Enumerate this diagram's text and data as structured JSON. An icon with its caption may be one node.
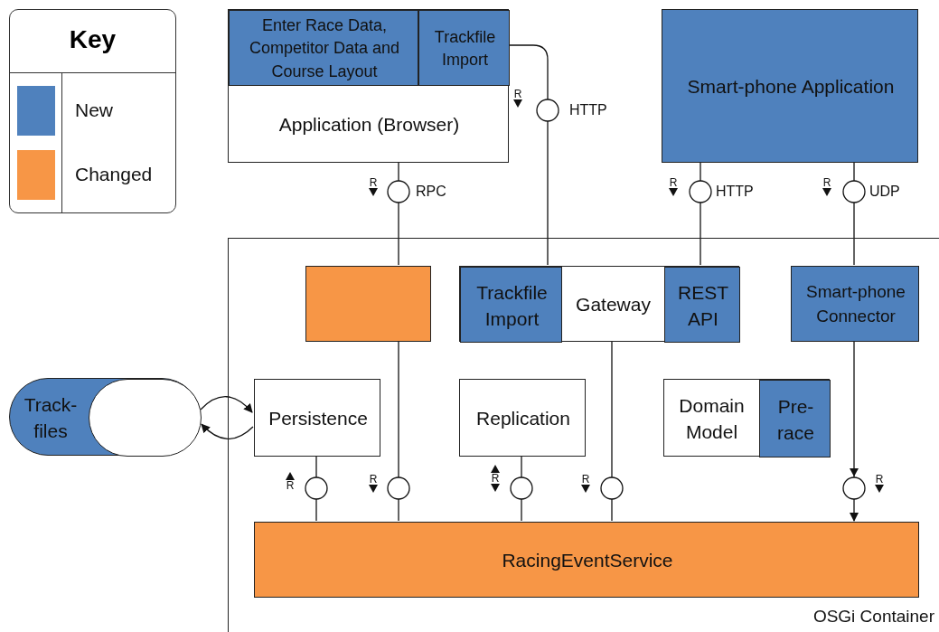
{
  "diagram": {
    "nodes": [
      {
        "text": [
          "Application (Browser)"
        ]
      },
      {
        "text": [
          "Enter Race Data, Competitor Data and Course Layout"
        ],
        "in": 0
      },
      {
        "text": [
          "Trackfile Import"
        ],
        "in": 0
      },
      {
        "text": [
          "Smart-phone Application"
        ]
      },
      {
        "text": [
          "OSGi Container"
        ]
      },
      {
        "text": [],
        "shape": "box",
        "in": 4
      },
      {
        "text": [
          "Gateway"
        ],
        "in": 4
      },
      {
        "text": [
          "Trackfile Import"
        ],
        "in": 6
      },
      {
        "text": [
          "REST API"
        ],
        "in": 6
      },
      {
        "text": [
          "Smart-phone Connector"
        ],
        "in": 4
      },
      {
        "text": [
          "Persistence"
        ],
        "in": 4
      },
      {
        "text": [
          "Replication"
        ],
        "in": 4
      },
      {
        "text": [
          "Domain Model"
        ],
        "in": 4
      },
      {
        "text": [
          "Pre-race"
        ],
        "in": 12
      },
      {
        "text": [
          "RacingEventService"
        ],
        "in": 4
      },
      {
        "text": [
          "Track-files"
        ]
      },
      {
        "text": [],
        "shape": "cylinder",
        "in": 15
      }
    ],
    "edges": [
      {
        "from": 0,
        "to": 5,
        "arrow": "none",
        "label": "RPC"
      },
      {
        "from": 2,
        "to": 7,
        "arrow": "none",
        "label": "HTTP"
      },
      {
        "from": 3,
        "to": 8,
        "arrow": "none",
        "label": "HTTP"
      },
      {
        "from": 3,
        "to": 9,
        "arrow": "none",
        "label": "UDP"
      },
      {
        "from": 10,
        "to": 14,
        "arrow": "none"
      },
      {
        "from": 5,
        "to": 14,
        "arrow": "none"
      },
      {
        "from": 11,
        "to": 14,
        "arrow": "none"
      },
      {
        "from": 6,
        "to": 14,
        "arrow": "none"
      },
      {
        "from": 9,
        "to": 14,
        "arrow": "to"
      },
      {
        "from": 16,
        "to": 10,
        "arrow": "to"
      },
      {
        "from": 10,
        "to": 16,
        "arrow": "to"
      }
    ],
    "labels": [
      "Key",
      "R",
      "R",
      "R",
      "R",
      "R",
      "R",
      "R",
      "R",
      "R"
    ],
    "legend": [
      {
        "text": "New",
        "color": "#4f81bd"
      },
      {
        "text": "Changed",
        "color": "#f79646"
      }
    ]
  }
}
